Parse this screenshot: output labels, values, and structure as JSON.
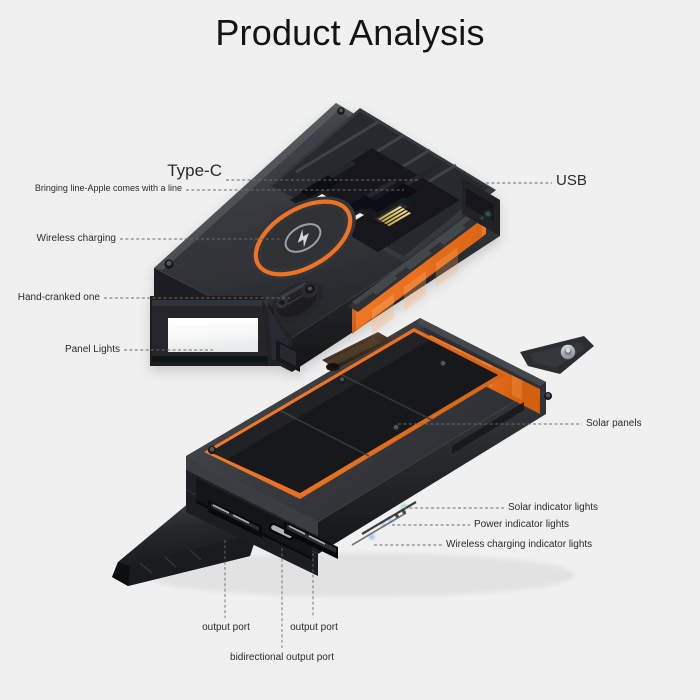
{
  "page": {
    "title": "Product Analysis",
    "background_color": "#f0f0f0",
    "text_color": "#2b2b2b"
  },
  "product": {
    "name": "solar-power-bank",
    "body_color": "#2d2f33",
    "accent_color": "#ee7322",
    "panel_color": "#1b1c1f",
    "led_panel_color": "#fbfbfb",
    "indicator_green": "#49d67a",
    "indicator_blue": "#5aa9ef"
  },
  "callouts": {
    "left": [
      {
        "id": "type-c",
        "label": "Type-C",
        "size": "lg"
      },
      {
        "id": "bringing-line",
        "label": "Bringing line-Apple comes with a line",
        "size": "sm"
      },
      {
        "id": "wireless-charging",
        "label": "Wireless charging",
        "size": "md"
      },
      {
        "id": "hand-cranked-one",
        "label": "Hand-cranked one",
        "size": "md"
      },
      {
        "id": "panel-lights",
        "label": "Panel Lights",
        "size": "md"
      }
    ],
    "right": [
      {
        "id": "usb",
        "label": "USB",
        "size": "usb"
      },
      {
        "id": "solar-panels",
        "label": "Solar panels",
        "size": "md"
      },
      {
        "id": "solar-indicator-lights",
        "label": "Solar indicator lights",
        "size": "md"
      },
      {
        "id": "power-indicator-lights",
        "label": "Power indicator lights",
        "size": "md"
      },
      {
        "id": "wireless-charging-indicator-lights",
        "label": "Wireless charging indicator lights",
        "size": "md"
      }
    ],
    "bottom": [
      {
        "id": "output-port-left",
        "label": "output port",
        "size": "md"
      },
      {
        "id": "output-port-right",
        "label": "output port",
        "size": "md"
      },
      {
        "id": "bidirectional-output-port",
        "label": "bidirectional output port",
        "size": "md"
      }
    ]
  }
}
